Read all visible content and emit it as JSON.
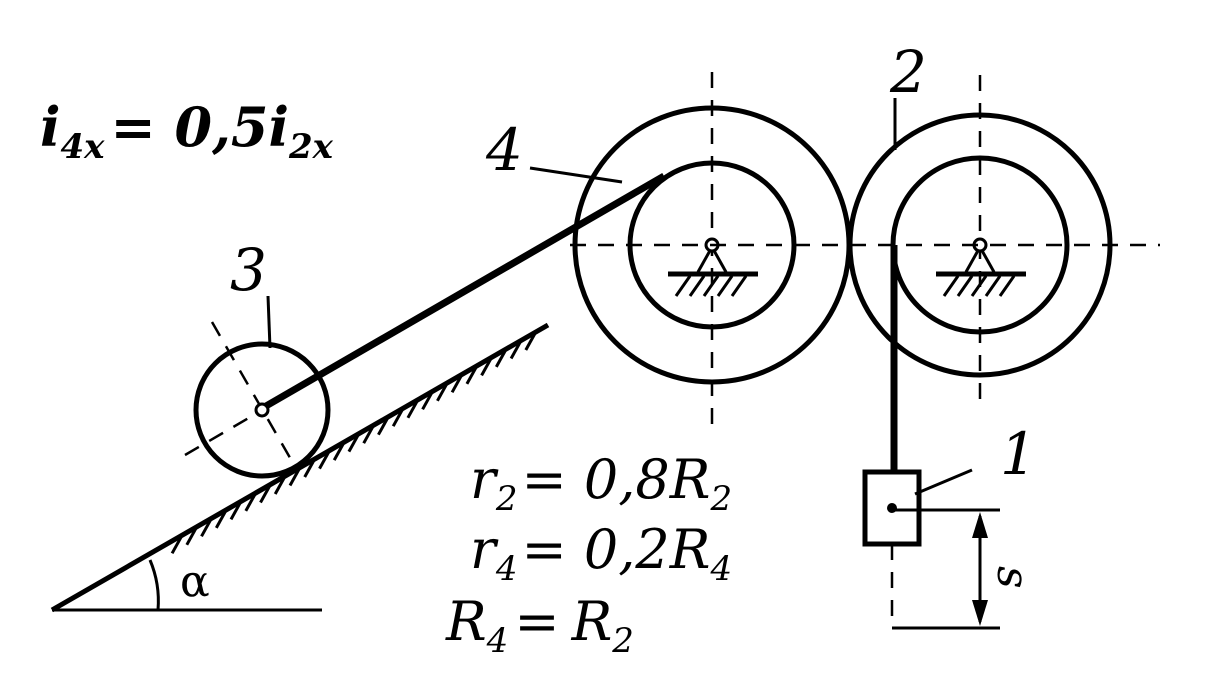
{
  "formulas": {
    "i_ratio": {
      "lhs": "i",
      "lhs_sub": "4x",
      "eq": "= 0,5",
      "rhs": "i",
      "rhs_sub": "2x"
    },
    "r2": {
      "lhs": "r",
      "lhs_sub": "2",
      "eq": "= 0,8",
      "rhs": "R",
      "rhs_sub": "2"
    },
    "r4": {
      "lhs": "r",
      "lhs_sub": "4",
      "eq": "= 0,2",
      "rhs": "R",
      "rhs_sub": "4"
    },
    "R4": {
      "lhs": "R",
      "lhs_sub": "4",
      "eq": "=",
      "rhs": "R",
      "rhs_sub": "2"
    }
  },
  "labels": {
    "body1": "1",
    "body2": "2",
    "body3": "3",
    "body4": "4",
    "angle": "α",
    "distance": "s"
  }
}
